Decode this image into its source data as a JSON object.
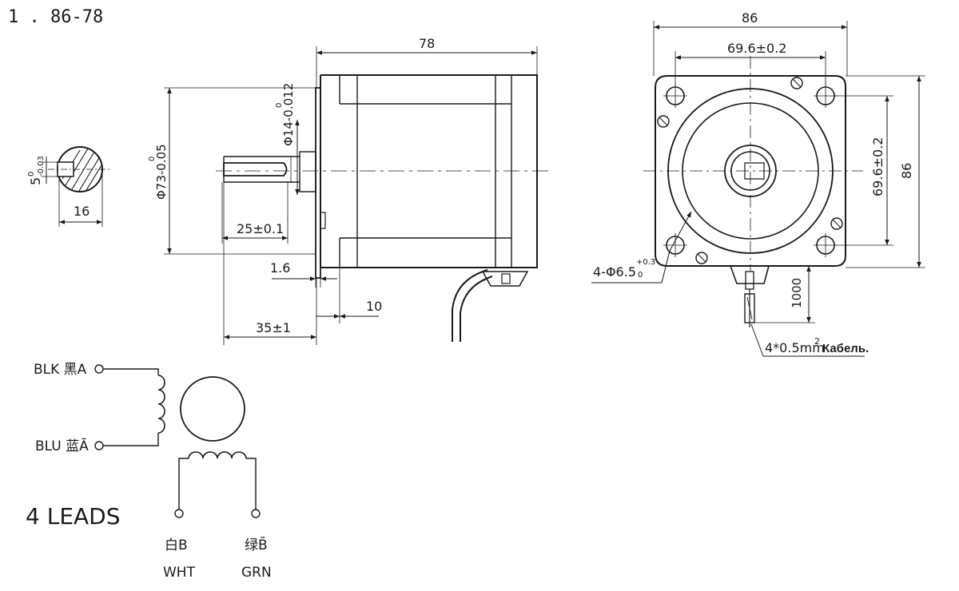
{
  "title": "1 . 86-78",
  "shaft_section": {
    "key_depth_label": "5",
    "key_depth_tol_upper": "0",
    "key_depth_tol_lower": "-0.03",
    "width_label": "16"
  },
  "side_view": {
    "length_label": "78",
    "pilot_dia_label": "Φ73-0.05",
    "pilot_dia_tol": "0",
    "shaft_dia_label": "Φ14-0.012",
    "shaft_dia_tol": "0",
    "flat_length_label": "25±0.1",
    "flange_label": "1.6",
    "boss_label": "10",
    "shaft_length_label": "35±1"
  },
  "front_view": {
    "width_label": "86",
    "hole_spacing_h_label": "69.6±0.2",
    "hole_spacing_v_label": "69.6±0.2",
    "height_label": "86",
    "holes_label": "4-Φ6.5",
    "holes_tol_upper": "+0.3",
    "holes_tol_lower": "0",
    "cable_length_label": "1000",
    "cable_spec_label": "4*0.5mm",
    "cable_spec_sup": "2",
    "cable_word": "Кабель."
  },
  "wiring": {
    "blk_label": "BLK 黑A",
    "blu_label": "BLU 蓝Ā",
    "leads_label": "4 LEADS",
    "whtb_label": "白B",
    "wht_label": "WHT",
    "grnb_label": "绿B̄",
    "grn_label": "GRN"
  }
}
